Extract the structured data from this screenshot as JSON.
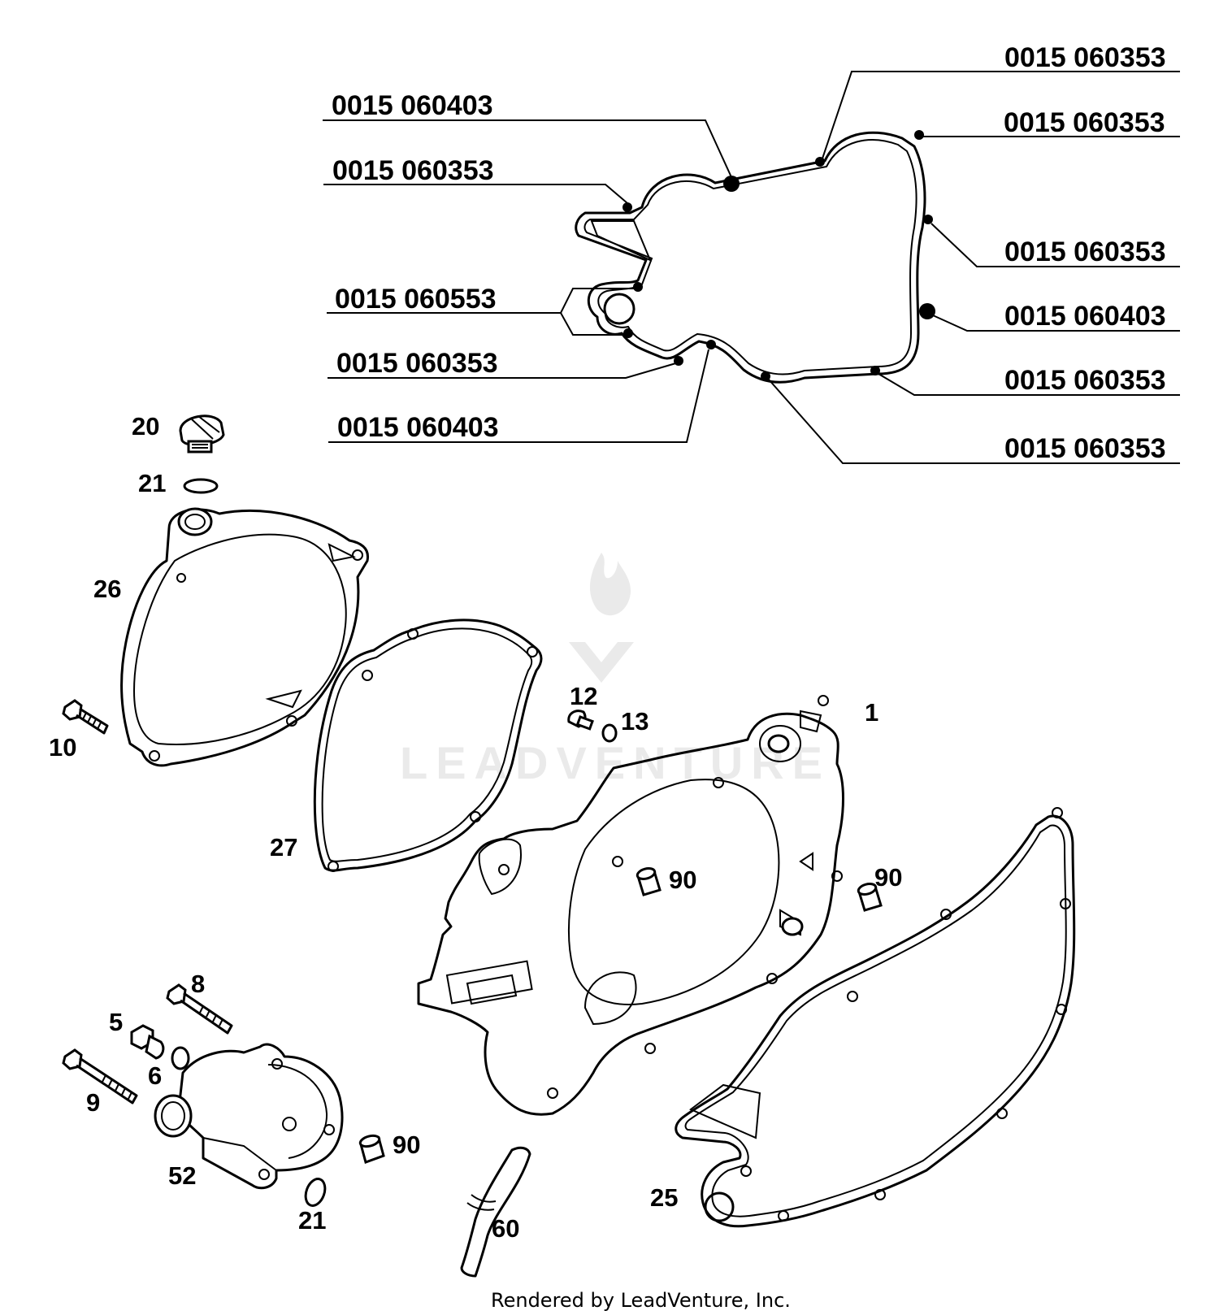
{
  "watermark": "LEADVENTURE",
  "credit": "Rendered by LeadVenture, Inc.",
  "gasket_part_numbers": {
    "left": [
      "0015 060403",
      "0015 060353",
      "0015 060553",
      "0015 060353",
      "0015 060403"
    ],
    "right": [
      "0015 060353",
      "0015 060353",
      "0015 060353",
      "0015 060403",
      "0015 060353",
      "0015 060353"
    ]
  },
  "callouts": {
    "c1": "1",
    "c5": "5",
    "c6": "6",
    "c8": "8",
    "c9": "9",
    "c10": "10",
    "c12": "12",
    "c13": "13",
    "c20": "20",
    "c21a": "21",
    "c21b": "21",
    "c25": "25",
    "c26": "26",
    "c27": "27",
    "c52": "52",
    "c60": "60",
    "c90a": "90",
    "c90b": "90",
    "c90c": "90"
  }
}
